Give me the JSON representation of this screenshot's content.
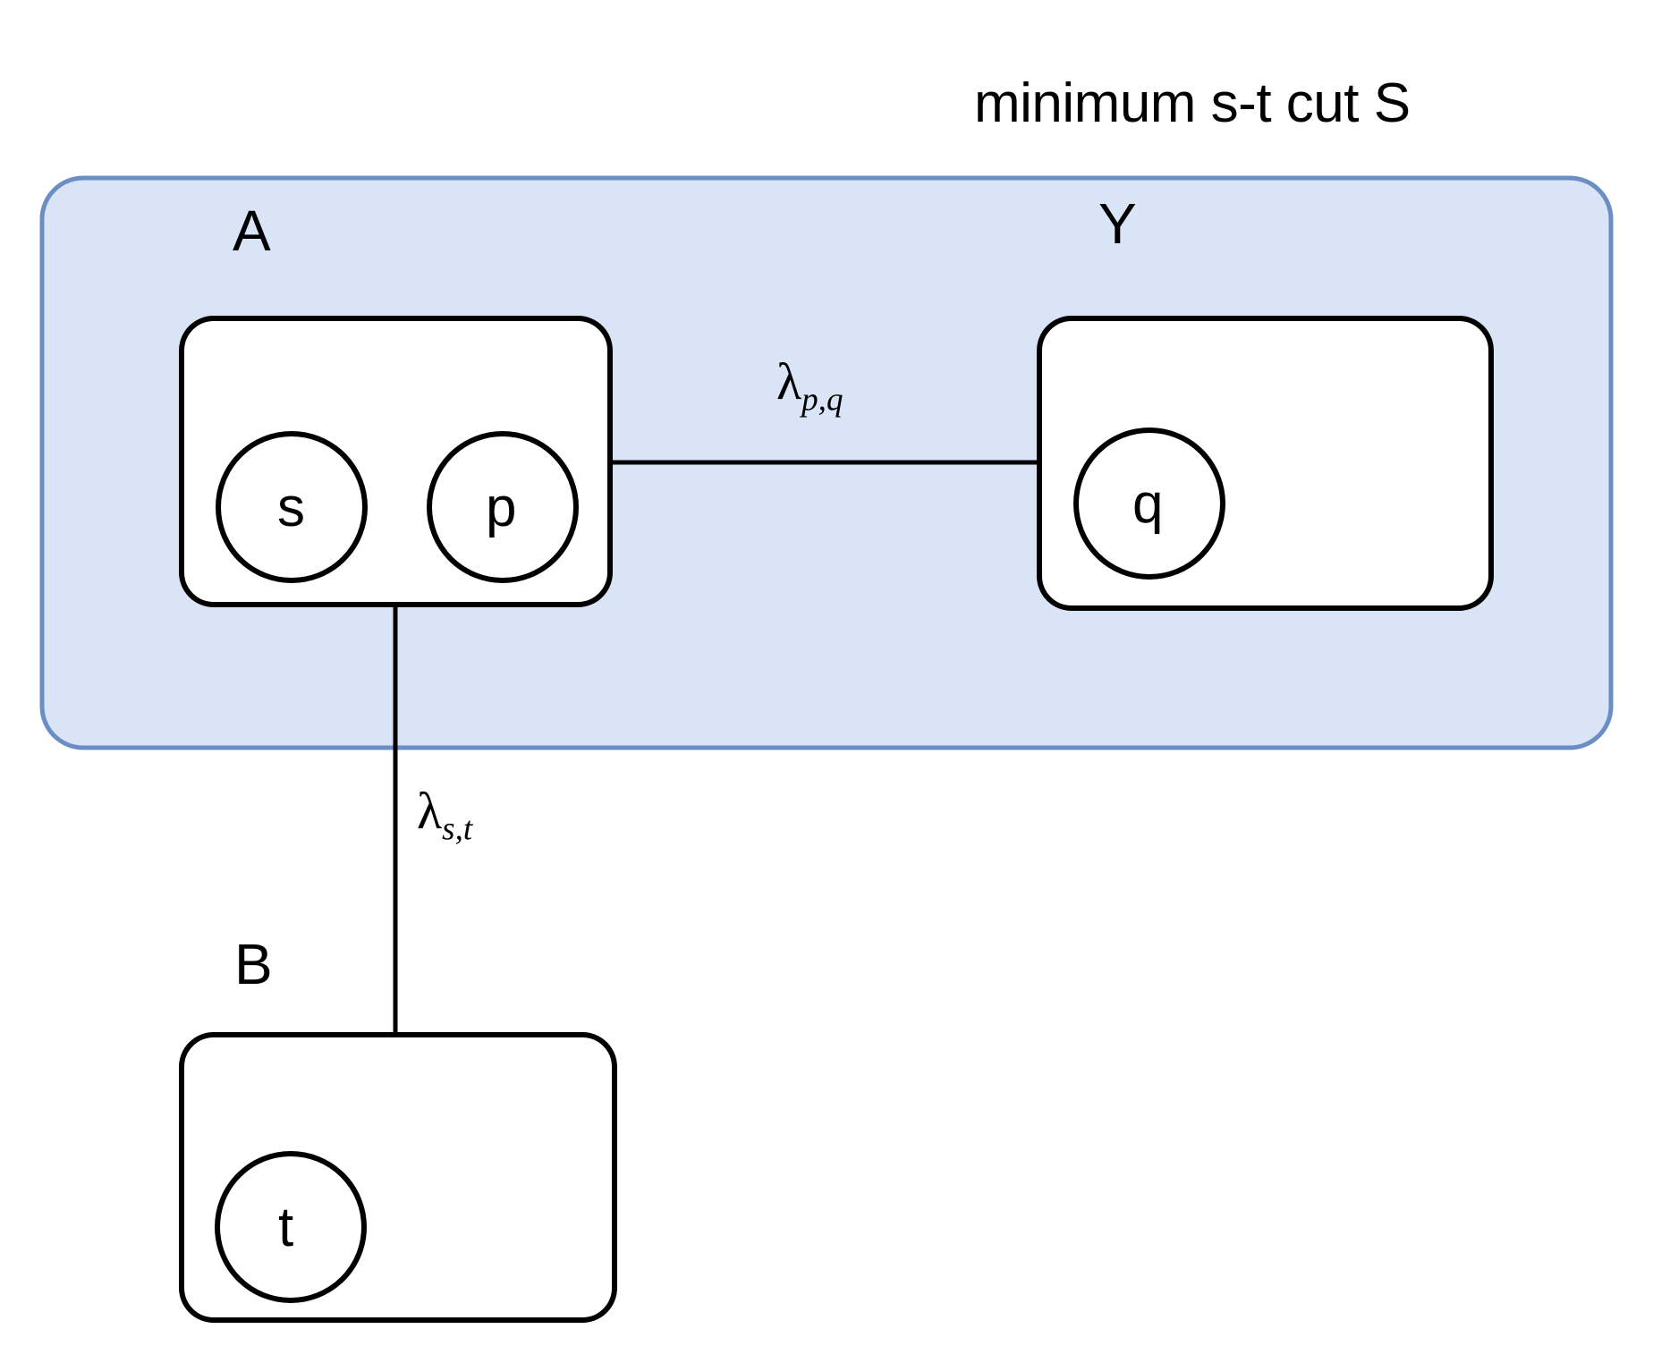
{
  "title": {
    "text": "minimum s-t cut S"
  },
  "colors": {
    "cut_region_fill": "#d9e5f7",
    "cut_region_stroke": "#6b8ec4",
    "box_fill": "#ffffff",
    "box_stroke": "#000000",
    "node_stroke": "#000000",
    "edge_stroke": "#000000",
    "text": "#000000",
    "page_background": "#ffffff"
  },
  "cut_region": {
    "label": "minimum s-t cut S",
    "contains": [
      "A",
      "Y"
    ]
  },
  "groups": [
    {
      "id": "A",
      "label": "A",
      "nodes": [
        "s",
        "p"
      ]
    },
    {
      "id": "Y",
      "label": "Y",
      "nodes": [
        "q"
      ]
    },
    {
      "id": "B",
      "label": "B",
      "nodes": [
        "t"
      ]
    }
  ],
  "nodes": [
    {
      "id": "s",
      "label": "s",
      "group": "A"
    },
    {
      "id": "p",
      "label": "p",
      "group": "A"
    },
    {
      "id": "q",
      "label": "q",
      "group": "Y"
    },
    {
      "id": "t",
      "label": "t",
      "group": "B"
    }
  ],
  "edges": [
    {
      "id": "edge-pq",
      "from": "A",
      "to": "Y",
      "symbol": "λ",
      "subscript": "p,q",
      "label": "λ p,q"
    },
    {
      "id": "edge-st",
      "from": "A",
      "to": "B",
      "symbol": "λ",
      "subscript": "s,t",
      "label": "λ s,t"
    }
  ]
}
